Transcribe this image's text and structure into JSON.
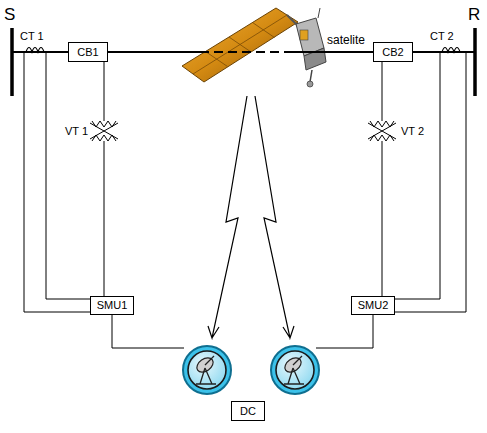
{
  "diagram": {
    "nodes": [
      {
        "text": [
          "CB1"
        ]
      },
      {
        "text": [
          "CB2"
        ]
      },
      {
        "text": [
          "SMU1"
        ]
      },
      {
        "text": [
          "SMU2"
        ]
      },
      {
        "text": [
          "DC"
        ]
      }
    ],
    "edges": [
      {
        "from": 0,
        "to": 1,
        "arrow": "none"
      }
    ],
    "labels": [
      "satelite",
      "S",
      "R",
      "CT 1",
      "CT 2",
      "VT 1",
      "VT 2"
    ]
  }
}
